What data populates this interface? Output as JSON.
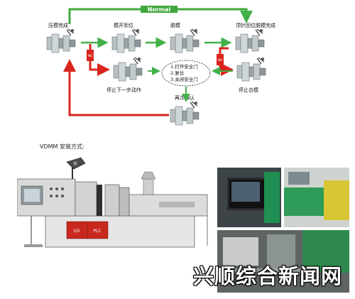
{
  "flowchart": {
    "normal_label": "Normal",
    "steps": {
      "mold_closed": "压模完成",
      "open_eject": "模开到位",
      "demold": "脱模",
      "top_back_done": "顶针回位脱模完成",
      "stop_next": "停止下一步动作",
      "stop_close": "停止合模",
      "recheck": "再次确认"
    },
    "ng_labels": [
      "NG",
      "NG"
    ],
    "instructions": [
      "1.打开安全门",
      "2.复位",
      "3.关闭安全门"
    ]
  },
  "install": {
    "title": "VDMM 安装方式:",
    "panel_labels": [
      "I/O",
      "PLC"
    ]
  },
  "watermark": "兴顺综合新闻网",
  "colors": {
    "normal_green": "#3fa83a",
    "ng_red": "#d9251d",
    "arrow_green": "#44b04a",
    "machine_gray": "#dcdcdc",
    "panel_red": "#c8281e"
  }
}
